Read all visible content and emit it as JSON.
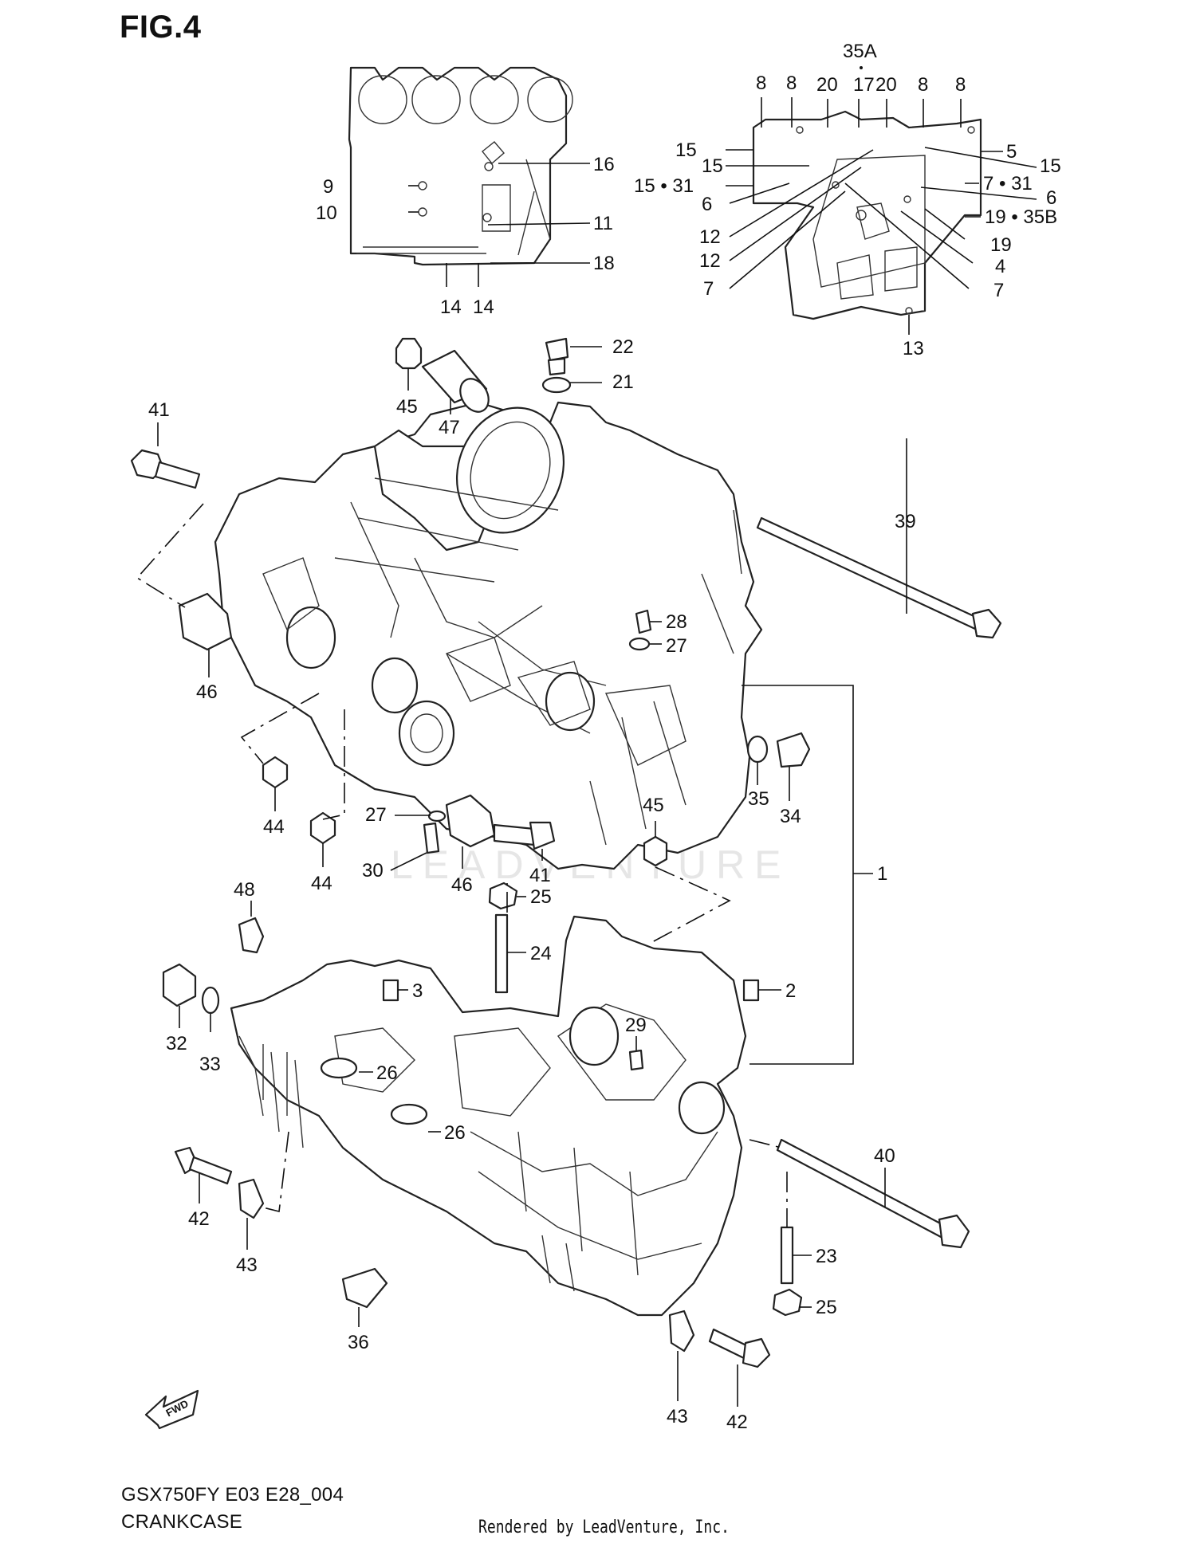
{
  "figure": {
    "title": "FIG.4",
    "watermark": "LEADVENTURE",
    "model_code": "GSX750FY E03 E28_004",
    "section_name": "CRANKCASE",
    "render_credit": "Rendered by LeadVenture, Inc.",
    "fwd_mark": "FWD"
  },
  "callouts": [
    "35A",
    "8",
    "8",
    "20",
    "17",
    "20",
    "8",
    "8",
    "15",
    "15",
    "15 • 31",
    "6",
    "12",
    "12",
    "7",
    "5",
    "15",
    "7 • 31",
    "6",
    "19 • 35B",
    "19",
    "4",
    "7",
    "13",
    "16",
    "9",
    "10",
    "11",
    "18",
    "14",
    "14",
    "22",
    "21",
    "45",
    "47",
    "41",
    "39",
    "28",
    "27",
    "46",
    "35",
    "34",
    "27",
    "44",
    "44",
    "46",
    "30",
    "41",
    "45",
    "1",
    "48",
    "25",
    "24",
    "3",
    "2",
    "32",
    "33",
    "26",
    "26",
    "29",
    "40",
    "42",
    "43",
    "23",
    "25",
    "36",
    "43",
    "42"
  ],
  "colors": {
    "line": "#111111",
    "background": "#ffffff",
    "watermark": "#e6e6e6"
  }
}
